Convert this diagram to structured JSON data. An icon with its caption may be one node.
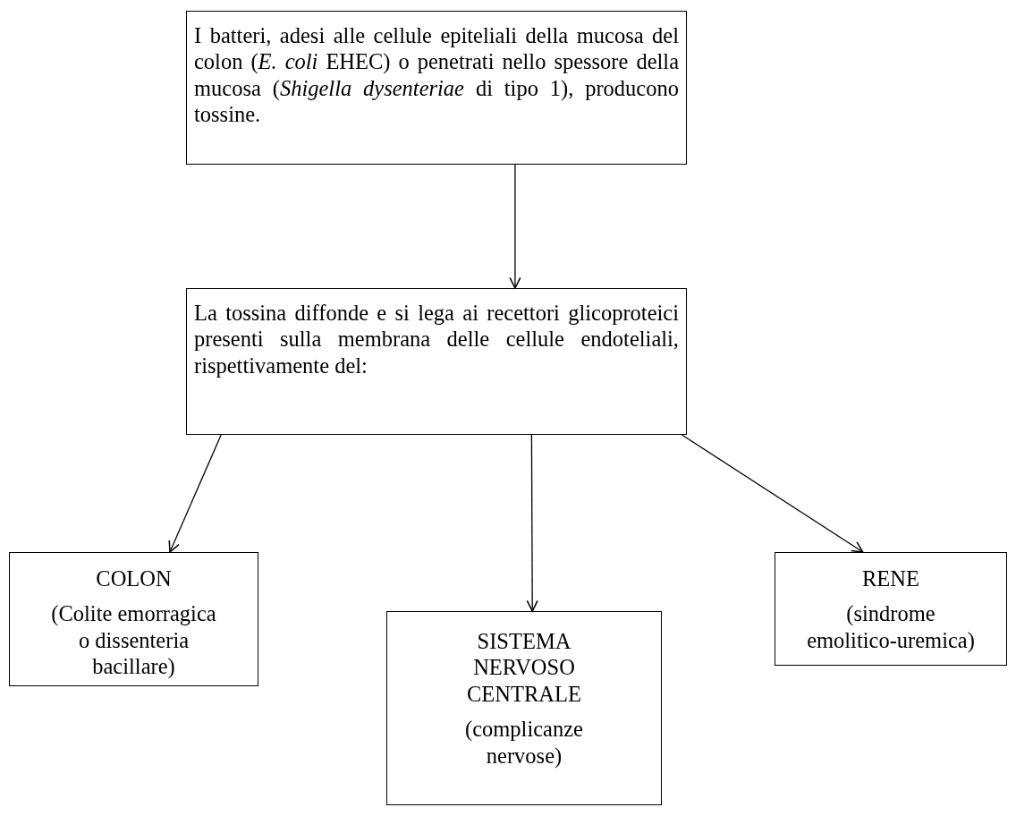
{
  "diagram": {
    "nodes": [
      {
        "text": [
          "I batteri, adesi alle cellule epiteliali della mucosa del colon (*E. coli* EHEC) o penetrati nello spessore della mucosa (*Shigella dysenteriae* di tipo 1), producono tossine."
        ]
      },
      {
        "text": [
          "La tossina diffonde e si lega ai recettori glicoproteici presenti sulla membrana delle cellule endoteliali, rispettivamente del:"
        ]
      },
      {
        "text": [
          "COLON",
          "(Colite emorragica o dissenteria bacillare)"
        ]
      },
      {
        "text": [
          "SISTEMA NERVOSO CENTRALE",
          "(complicanze nervose)"
        ]
      },
      {
        "text": [
          "RENE",
          "(sindrome emolitico-uremica)"
        ]
      }
    ],
    "edges": [
      {
        "from": 0,
        "to": 1,
        "arrow": "to"
      },
      {
        "from": 1,
        "to": 2,
        "arrow": "to"
      },
      {
        "from": 1,
        "to": 3,
        "arrow": "to"
      },
      {
        "from": 1,
        "to": 4,
        "arrow": "to"
      }
    ]
  }
}
